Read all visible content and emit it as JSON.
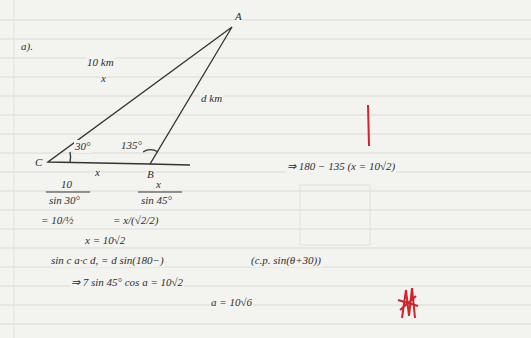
{
  "diagram": {
    "labels": [
      "a).",
      "10 km",
      "x",
      "d km",
      "A",
      "C",
      "B",
      "30°",
      "135°",
      "x",
      "10",
      "sin 30°",
      "x",
      "sin 45°",
      "= 10/½",
      "= x/(√2/2)",
      "x = 10√2",
      "sin c   a·c   d,  = d  sin(180−)",
      "(c.p.  sin(θ+30))",
      "⇒ 180 − 135 (x = 10√2)",
      "⇒ 7 sin 45°  cos   a = 10√2",
      "a = 10√6"
    ]
  }
}
